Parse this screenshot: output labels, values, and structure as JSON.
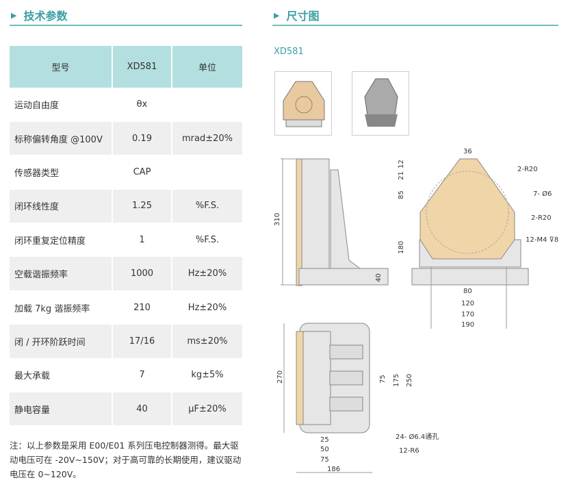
{
  "sections": {
    "specs": "技术参数",
    "dimensions": "尺寸图"
  },
  "table": {
    "headers": [
      "型号",
      "XD581",
      "单位"
    ],
    "rows": [
      [
        "运动自由度",
        "θx",
        ""
      ],
      [
        "标称偏转角度 @100V",
        "0.19",
        "mrad±20%"
      ],
      [
        "传感器类型",
        "CAP",
        ""
      ],
      [
        "闭环线性度",
        "1.25",
        "%F.S."
      ],
      [
        "闭环重复定位精度",
        "1",
        "%F.S."
      ],
      [
        "空载谐振频率",
        "1000",
        "Hz±20%"
      ],
      [
        "加载 7kg 谐振频率",
        "210",
        "Hz±20%"
      ],
      [
        "闭 / 开环阶跃时间",
        "17/16",
        "ms±20%"
      ],
      [
        "最大承载",
        "7",
        "kg±5%"
      ],
      [
        "静电容量",
        "40",
        "μF±20%"
      ]
    ]
  },
  "note": "注：以上参数是采用 E00/E01 系列压电控制器测得。最大驱动电压可在 -20V~150V；对于高可靠的长期使用，建议驱动电压在 0~120V。",
  "model": "XD581",
  "dims": {
    "side": [
      "310",
      "40"
    ],
    "front": [
      "36",
      "12",
      "21",
      "85",
      "180",
      "2-R20",
      "7- Ø6",
      "2-R20",
      "12-M4 ⊽8",
      "80",
      "120",
      "170",
      "190"
    ],
    "top": [
      "270",
      "75",
      "175",
      "250",
      "25",
      "50",
      "75",
      "186",
      "24- Ø6.4通孔",
      "12-R6"
    ]
  },
  "colors": {
    "accent": "#3a9ea5",
    "header_bg": "#b3dfe0",
    "plate": "#f0d5a8"
  }
}
